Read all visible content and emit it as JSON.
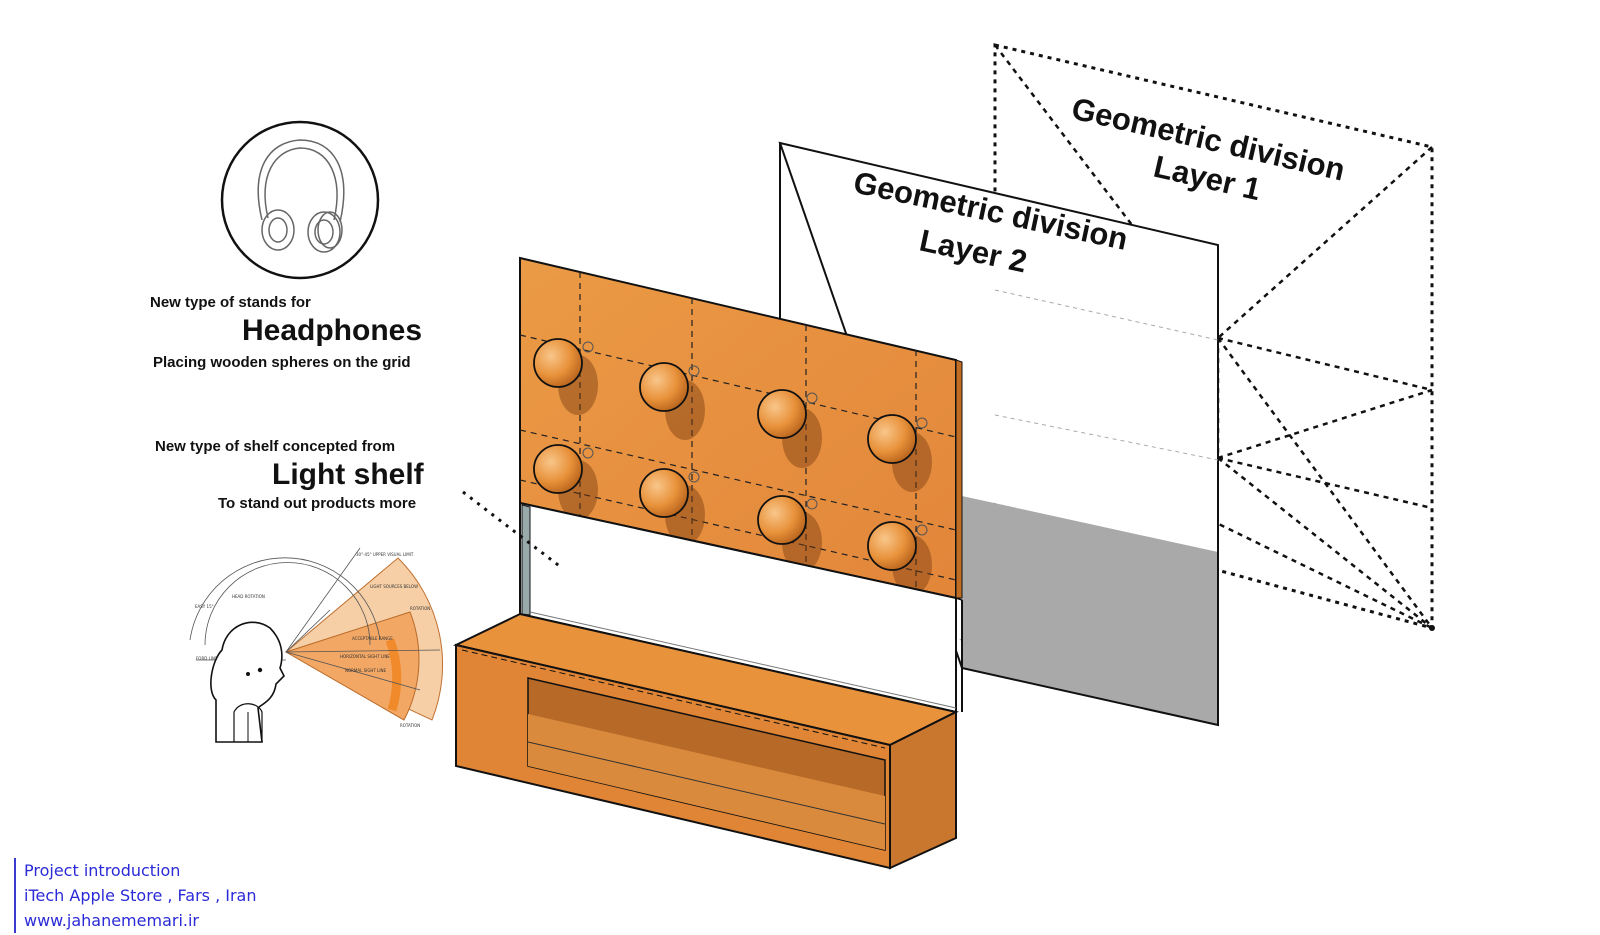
{
  "headphones_block": {
    "intro": "New type of stands for",
    "title": "Headphones",
    "subtitle": "Placing wooden spheres on the grid"
  },
  "shelf_block": {
    "intro": "New type of shelf concepted from",
    "title": "Light shelf",
    "subtitle": "To stand out products more"
  },
  "layers": {
    "layer1_line1": "Geometric division",
    "layer1_line2": "Layer 1",
    "layer2_line1": "Geometric division",
    "layer2_line2": "Layer 2"
  },
  "credits": {
    "line1": "Project introduction",
    "line2": "iTech Apple Store , Fars , Iran",
    "line3": "www.jahanememari.ir"
  },
  "colors": {
    "wood": "#e8913a",
    "wood_dark": "#b8641c",
    "shadow_gray": "#a9a9a9",
    "credit_blue": "#2a2ad8",
    "human_orange": "#f08a2a"
  },
  "icons": {
    "headphones": "headphones-icon",
    "human_viewing": "human-sightline-diagram"
  }
}
